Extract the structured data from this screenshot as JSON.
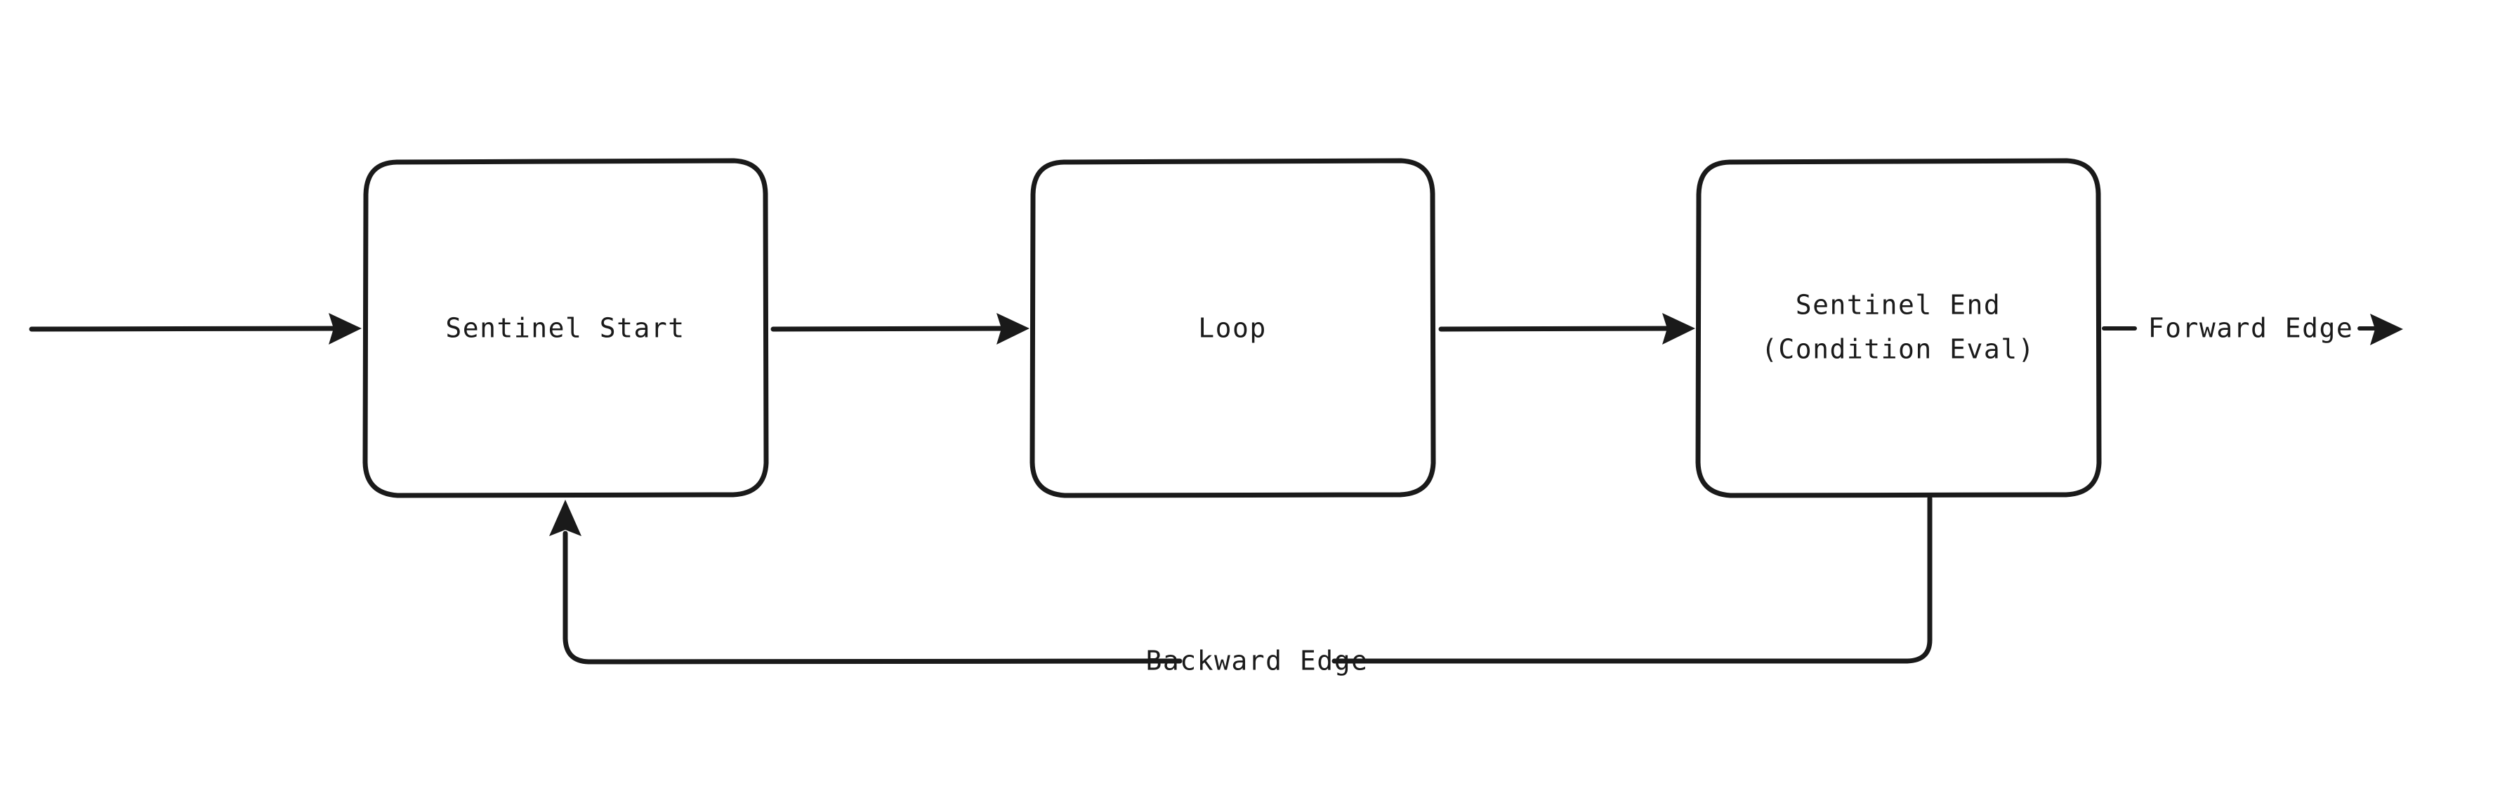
{
  "diagram": {
    "type": "flowchart",
    "orientation": "left-to-right",
    "style": "hand-drawn-sketch",
    "background_color": "#ffffff",
    "stroke_color": "#1a1a1a",
    "nodes": [
      {
        "id": "sentinel-start",
        "label": "Sentinel Start",
        "line1": "Sentinel Start",
        "line2": "",
        "shape": "rounded-rectangle"
      },
      {
        "id": "loop",
        "label": "Loop",
        "line1": "Loop",
        "line2": "",
        "shape": "rounded-rectangle"
      },
      {
        "id": "sentinel-end",
        "label": "Sentinel End (Condition Eval)",
        "line1": "Sentinel End",
        "line2": "(Condition Eval)",
        "shape": "rounded-rectangle"
      }
    ],
    "edges": [
      {
        "id": "entry-edge",
        "label": "",
        "from": "",
        "to": "sentinel-start",
        "arrow": true
      },
      {
        "id": "start-to-loop",
        "label": "",
        "from": "sentinel-start",
        "to": "loop",
        "arrow": true
      },
      {
        "id": "loop-to-end",
        "label": "",
        "from": "loop",
        "to": "sentinel-end",
        "arrow": true
      },
      {
        "id": "forward-edge",
        "label": "Forward Edge",
        "from": "sentinel-end",
        "to": "",
        "arrow": true
      },
      {
        "id": "backward-edge",
        "label": "Backward Edge",
        "from": "sentinel-end",
        "to": "sentinel-start",
        "arrow": true
      }
    ]
  }
}
